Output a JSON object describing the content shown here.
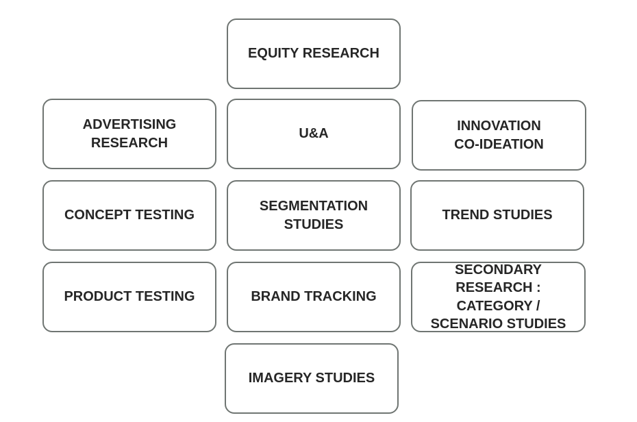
{
  "boxes": {
    "equity_research": "EQUITY RESEARCH",
    "advertising_research": "ADVERTISING\nRESEARCH",
    "u_and_a": "U&A",
    "innovation_co_ideation": "INNOVATION\nCO-IDEATION",
    "concept_testing": "CONCEPT TESTING",
    "segmentation_studies": "SEGMENTATION\nSTUDIES",
    "trend_studies": "TREND STUDIES",
    "product_testing": "PRODUCT TESTING",
    "brand_tracking": "BRAND TRACKING",
    "secondary_research": "SECONDARY\nRESEARCH :\nCATEGORY /\nSCENARIO STUDIES",
    "imagery_studies": "IMAGERY STUDIES"
  },
  "colors": {
    "border": "#6f7572",
    "text": "#262626",
    "background": "#ffffff"
  }
}
